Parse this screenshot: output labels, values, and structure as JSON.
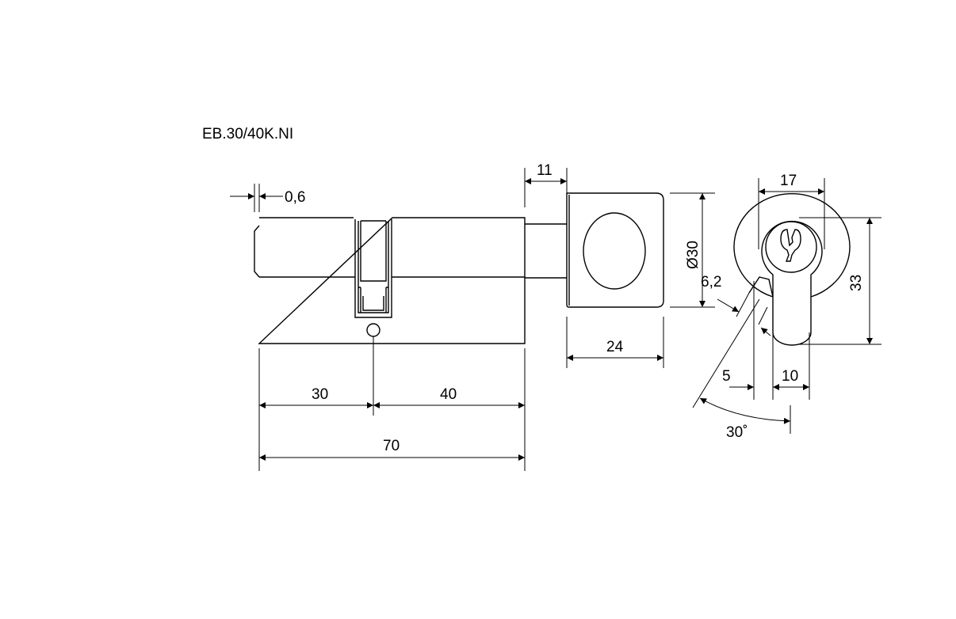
{
  "title": "EB.30/40K.NI",
  "dimensions": {
    "cam_offset": "0,6",
    "shaft_length": "11",
    "knob_diameter": "Ø30",
    "knob_width": "24",
    "left_length": "30",
    "right_length": "40",
    "total_length": "70",
    "profile_width": "17",
    "profile_height": "33",
    "cam_thickness": "6,2",
    "cam_offset_bottom": "5",
    "stem_width": "10",
    "cam_angle": "30˚"
  }
}
